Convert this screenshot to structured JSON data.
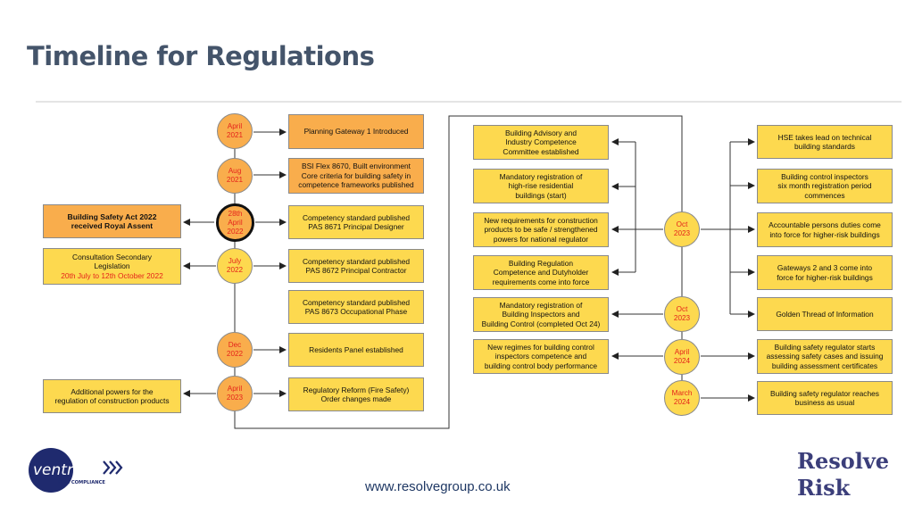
{
  "title": "Timeline for Regulations",
  "footer": {
    "url": "www.resolvegroup.co.uk",
    "brand_line1": "Resolve",
    "brand_line2": "Risk"
  },
  "logo": {
    "name": "ventro",
    "tagline": "FIRE COMPLIANCE"
  },
  "dates": {
    "apr2021": "April\n2021",
    "aug2021": "Aug\n2021",
    "apr2022": "28th\nApril\n2022",
    "jul2022": "July\n2022",
    "dec2022": "Dec\n2022",
    "apr2023": "April\n2023",
    "oct2023a": "Oct\n2023",
    "oct2023b": "Oct\n2023",
    "apr2024": "April\n2024",
    "mar2024": "March\n2024"
  },
  "events": {
    "planning_gateway": "Planning Gateway 1 Introduced",
    "bsi_flex": "BSI Flex 8670, Built environment\nCore criteria for building safety in\ncompetence frameworks published",
    "pas8671": "Competency standard published\nPAS 8671 Principal Designer",
    "pas8672": "Competency standard published\nPAS 8672 Principal Contractor",
    "pas8673": "Competency standard published\nPAS 8673 Occupational Phase",
    "residents_panel": "Residents Panel established",
    "fire_safety_order": "Regulatory Reform (Fire Safety)\nOrder changes made",
    "bsa_royal_assent": "Building Safety Act 2022\nreceived Royal Assent",
    "consultation_line1": "Consultation Secondary\nLegislation",
    "consultation_dates": "20th July to 12th October 2022",
    "additional_powers": "Additional powers for the\nregulation of construction products",
    "advisory_committee": "Building Advisory and\nIndustry Competence\nCommittee established",
    "mandatory_reg_hrb": "Mandatory registration of\nhigh-rise residential\nbuildings (start)",
    "construction_products": "New requirements for construction\nproducts to be safe / strengthened\npowers for national regulator",
    "dutyholder": "Building Regulation\nCompetence and Dutyholder\nrequirements come into force",
    "mandatory_reg_inspectors": "Mandatory registration of\nBuilding Inspectors and\nBuilding Control (completed Oct 24)",
    "new_regimes": "New regimes for building control\ninspectors competence and\nbuilding control body performance",
    "hse_lead": "HSE takes lead on technical\nbuilding standards",
    "bci_registration": "Building control inspectors\nsix month registration period\ncommences",
    "accountable_persons": "Accountable persons duties come\ninto force for higher-risk buildings",
    "gateways_2_3": "Gateways 2 and 3 come into\nforce for higher-risk buildings",
    "golden_thread": "Golden Thread of Information",
    "safety_cases": "Building safety regulator starts\nassessing safety cases and issuing\nbuilding assessment certificates",
    "bau": "Building safety regulator reaches\nbusiness as usual"
  },
  "colors": {
    "yellow": "#fdd94f",
    "orange": "#f9ad4c",
    "date_text": "#e5231b",
    "title": "#44546a"
  }
}
